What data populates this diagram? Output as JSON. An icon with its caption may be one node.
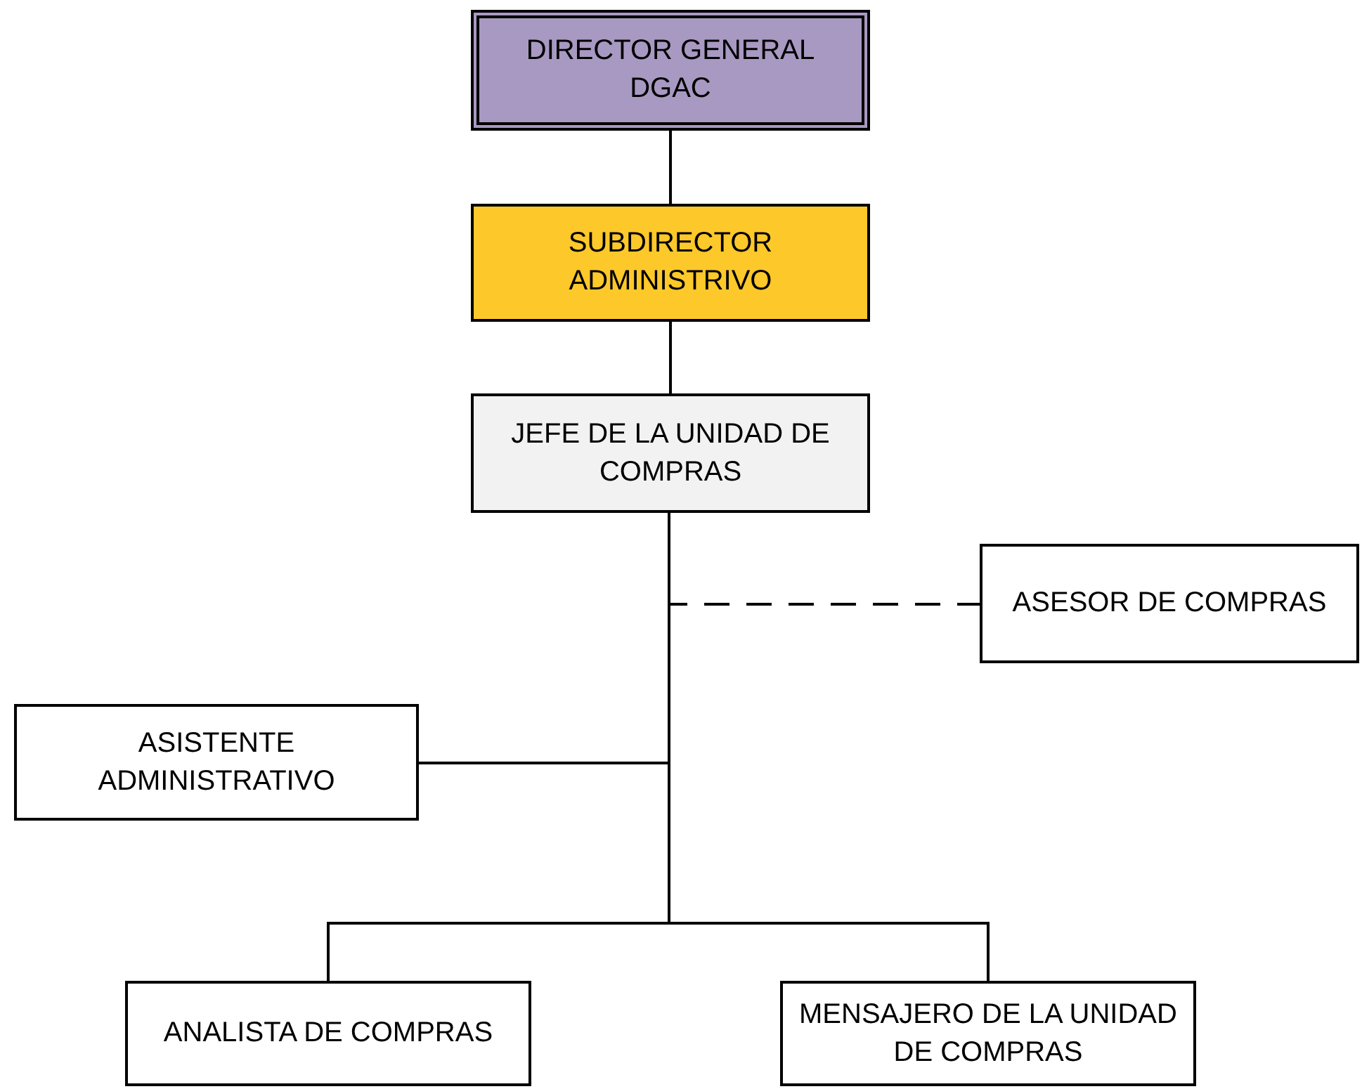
{
  "diagram": {
    "nodes": [
      {
        "text": [
          "DIRECTOR GENERAL DGAC"
        ]
      },
      {
        "text": [
          "SUBDIRECTOR ADMINISTRIVO"
        ]
      },
      {
        "text": [
          "JEFE DE LA UNIDAD DE COMPRAS"
        ]
      },
      {
        "text": [
          "ASESOR DE COMPRAS"
        ]
      },
      {
        "text": [
          "ASISTENTE ADMINISTRATIVO"
        ]
      },
      {
        "text": [
          "ANALISTA DE COMPRAS"
        ]
      },
      {
        "text": [
          "MENSAJERO DE LA UNIDAD DE COMPRAS"
        ]
      }
    ],
    "edges": [
      {
        "from": 0,
        "to": 1,
        "arrow": "none"
      },
      {
        "from": 1,
        "to": 2,
        "arrow": "none"
      },
      {
        "from": 2,
        "to": 3,
        "arrow": "none",
        "style": "dashed"
      },
      {
        "from": 2,
        "to": 4,
        "arrow": "none"
      },
      {
        "from": 2,
        "to": 5,
        "arrow": "none"
      },
      {
        "from": 2,
        "to": 6,
        "arrow": "none"
      }
    ]
  }
}
